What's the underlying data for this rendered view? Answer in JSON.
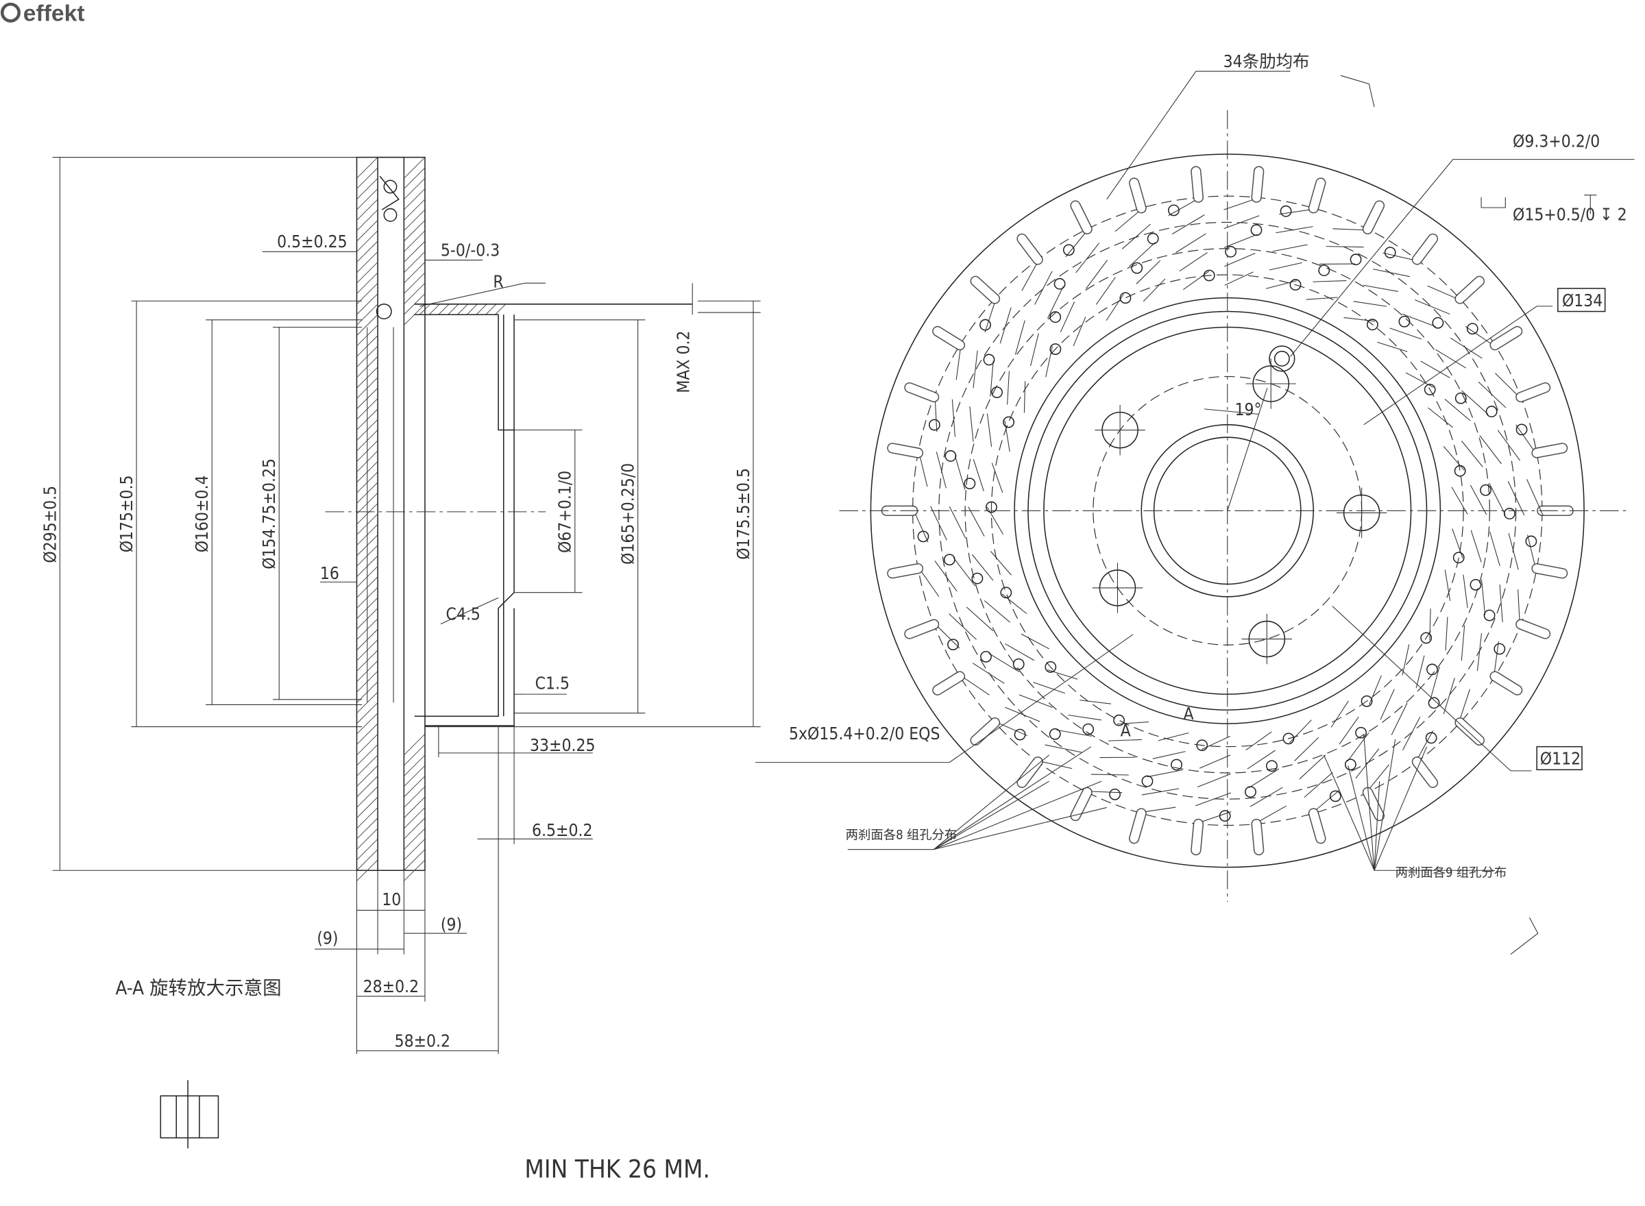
{
  "logo": {
    "text": "effekt"
  },
  "section": {
    "title": "A-A 旋转放大示意图",
    "dims": {
      "d295": "Ø295±0.5",
      "d175": "Ø175±0.5",
      "d160": "Ø160±0.4",
      "d154": "Ø154.75±0.25",
      "d67": "Ø67+0.1/0",
      "d165": "Ø165+0.25/0",
      "d175_5": "Ø175.5±0.5",
      "gap": "0.5±0.25",
      "five": "5-0/-0.3",
      "r": "R",
      "max": "MAX 0.2",
      "sixteen": "16",
      "c45": "C4.5",
      "c15": "C1.5",
      "d33": "33±0.25",
      "d65": "6.5±0.2",
      "ten": "10",
      "nine_l": "(9)",
      "nine_r": "(9)",
      "d28": "28±0.2",
      "d58": "58±0.2"
    }
  },
  "front": {
    "ribs_note": "34条肋均布",
    "hole_small": "Ø9.3+0.2/0",
    "counterbore": "Ø15+0.5/0 ↧ 2",
    "d134": "Ø134",
    "d112": "Ø112",
    "bolt_holes": "5xØ15.4+0.2/0 EQS",
    "angle": "19°",
    "section_mark_a1": "A",
    "section_mark_a2": "A",
    "note_8": "两刹面各8 组孔分布",
    "note_9": "两刹面各9 组孔分布"
  },
  "footer": {
    "min_thk": "MIN THK 26 MM."
  }
}
